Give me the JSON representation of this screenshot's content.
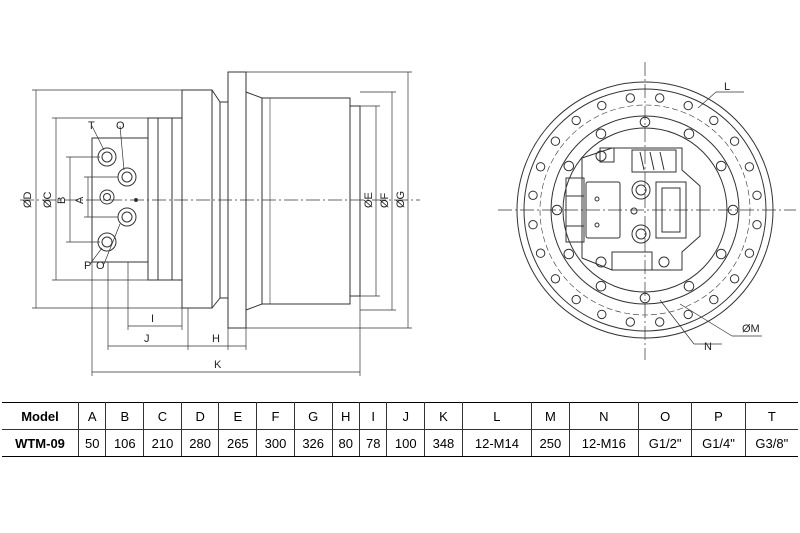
{
  "labels": {
    "side_T": "T",
    "side_O": "O",
    "side_P": "P",
    "side_O2": "O",
    "dia_D": "ØD",
    "dia_C": "ØC",
    "dim_B": "B",
    "dim_A": "A",
    "dia_E": "ØE",
    "dia_F": "ØF",
    "dia_G": "ØG",
    "dim_I": "I",
    "dim_J": "J",
    "dim_H": "H",
    "dim_K": "K",
    "front_L": "L",
    "front_M": "ØM",
    "front_N": "N"
  },
  "table": {
    "header_label": "Model",
    "columns": [
      "A",
      "B",
      "C",
      "D",
      "E",
      "F",
      "G",
      "H",
      "I",
      "J",
      "K",
      "L",
      "M",
      "N",
      "O",
      "P",
      "T"
    ],
    "rows": [
      {
        "model": "WTM-09",
        "values": [
          "50",
          "106",
          "210",
          "280",
          "265",
          "300",
          "326",
          "80",
          "78",
          "100",
          "348",
          "12-M14",
          "250",
          "12-M16",
          "G1/2\"",
          "G1/4\"",
          "G3/8\""
        ]
      }
    ]
  }
}
